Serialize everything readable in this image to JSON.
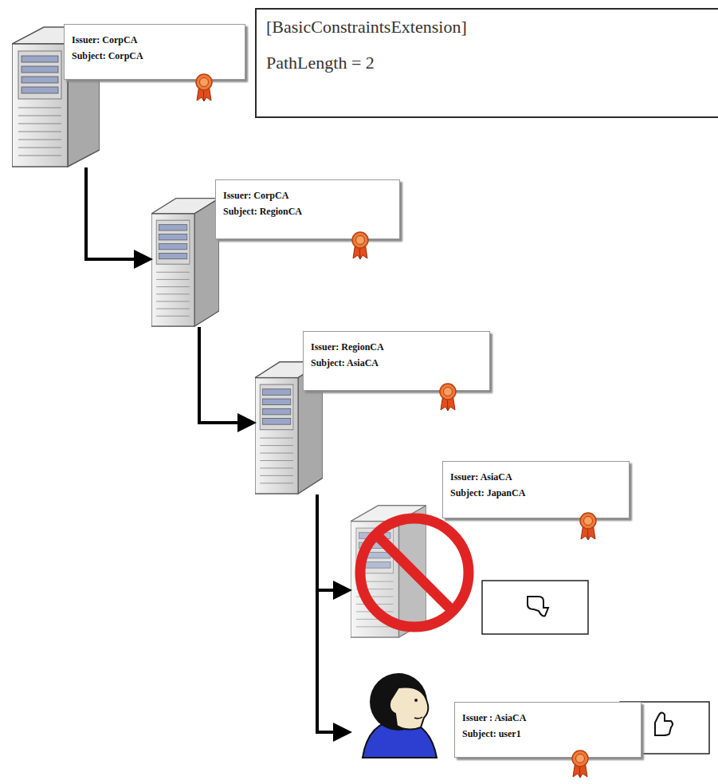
{
  "diagram": {
    "nodes": [
      {
        "text": [
          "Issuer: CorpCA",
          "Subject: CorpCA"
        ]
      },
      {
        "text": [
          "[BasicConstraintsExtension]",
          "PathLength = 2"
        ]
      },
      {
        "text": [
          "Issuer: CorpCA",
          "Subject: RegionCA"
        ]
      },
      {
        "text": [
          "Issuer: RegionCA",
          "Subject: AsiaCA"
        ]
      },
      {
        "text": [
          "Issuer: AsiaCA",
          "Subject: JapanCA"
        ]
      },
      {
        "text": [
          "Issuer : AsiaCA",
          "Subject: user1"
        ]
      }
    ],
    "edges": [
      {
        "from": 0,
        "to": 2,
        "arrow": "to"
      },
      {
        "from": 2,
        "to": 3,
        "arrow": "to"
      },
      {
        "from": 3,
        "to": 4,
        "arrow": "to"
      },
      {
        "from": 3,
        "to": 5,
        "arrow": "to"
      }
    ]
  }
}
